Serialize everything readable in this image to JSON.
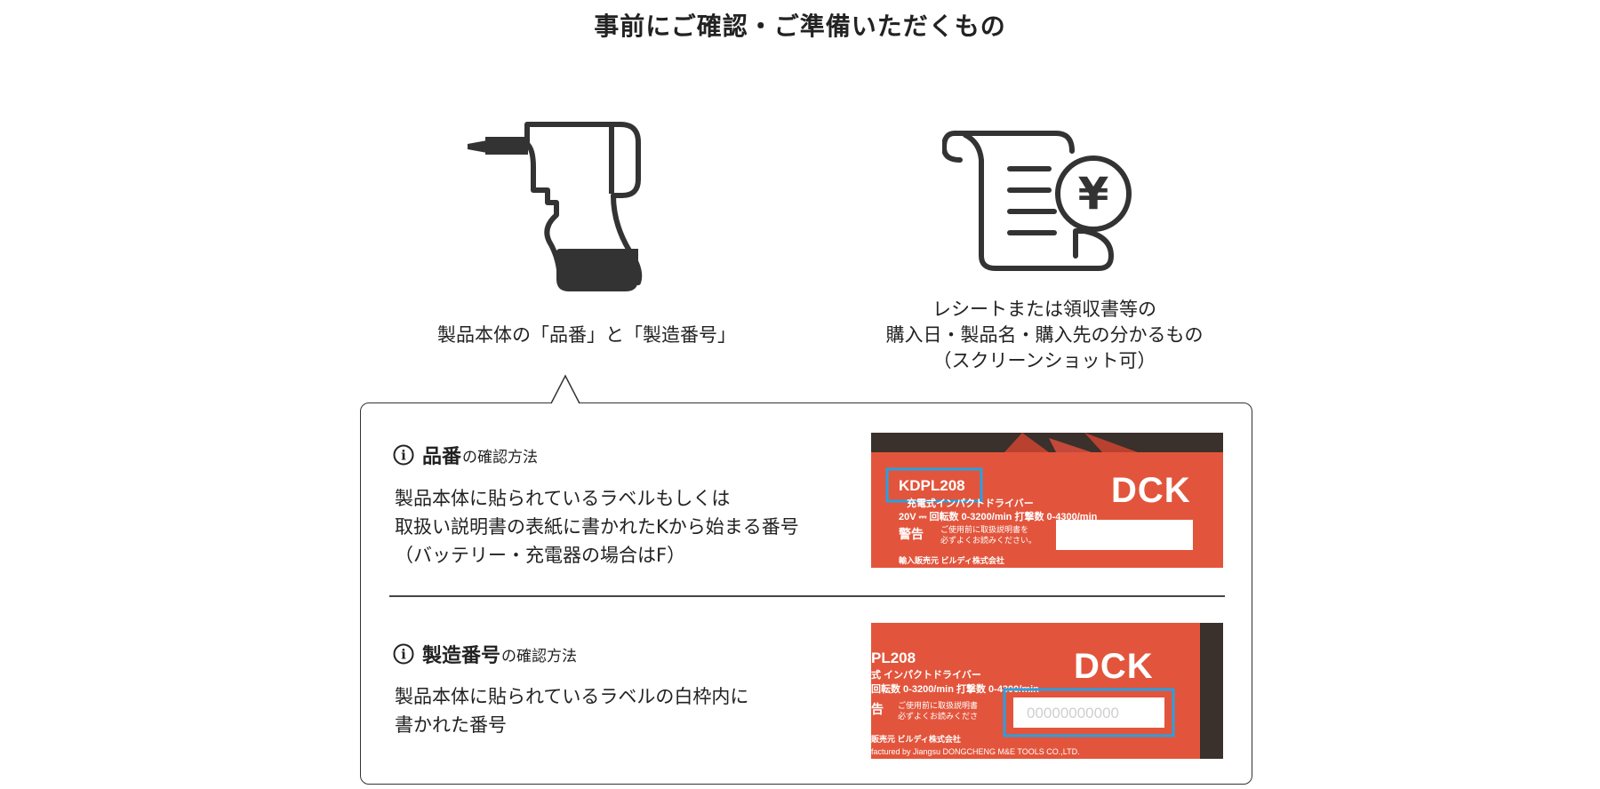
{
  "page": {
    "title": "事前にご確認・ご準備いただくもの"
  },
  "items": {
    "product": {
      "icon": "drill-icon",
      "caption_lines": [
        "製品本体の「品番」と「製造番号」"
      ]
    },
    "receipt": {
      "icon": "receipt-yen-icon",
      "yen_symbol": "¥",
      "caption_lines": [
        "レシートまたは領収書等の",
        "購入日・製品名・購入先の分かるもの",
        "（スクリーンショット可）"
      ]
    }
  },
  "info_panel": {
    "sections": [
      {
        "icon": "info-icon",
        "icon_glyph": "i",
        "heading_main": "品番",
        "heading_sub": "の確認方法",
        "body_lines": [
          "製品本体に貼られているラベルもしくは",
          "取扱い説明書の表紙に書かれたKから始まる番号",
          "（バッテリー・充電器の場合はF）"
        ],
        "photo": {
          "model": "KDPL208",
          "brand": "DCK",
          "type_text": "充電式インパクトドライバー",
          "spec_line": "20V ⎓  回転数 0-3200/min  打撃数 0-4300/min",
          "warning_label": "警告",
          "warning_text_1": "ご使用前に取扱説明書を",
          "warning_text_2": "必ずよくお読みください。",
          "importer": "輸入販売元 ビルディ株式会社",
          "highlight": "model"
        }
      },
      {
        "icon": "info-icon",
        "icon_glyph": "i",
        "heading_main": "製造番号",
        "heading_sub": "の確認方法",
        "body_lines": [
          "製品本体に貼られているラベルの白枠内に",
          "書かれた番号"
        ],
        "photo": {
          "model_partial": "PL208",
          "brand": "DCK",
          "type_text": "式 インパクトドライバー",
          "spec_line": "回転数 0-3200/min  打撃数 0-4300/min",
          "warning_label": "告",
          "warning_text_1": "ご使用前に取扱説明書",
          "warning_text_2": "必ずよくお読みくださ",
          "serial": "00000000000",
          "importer": "販売元 ビルディ株式会社",
          "manufacturer": "factured by Jiangsu DONGCHENG M&E TOOLS CO.,LTD.",
          "highlight": "serial"
        }
      }
    ]
  },
  "colors": {
    "text": "#222222",
    "icon": "#333333",
    "label_red": "#e2553c",
    "highlight_blue": "#2a9fe0"
  }
}
